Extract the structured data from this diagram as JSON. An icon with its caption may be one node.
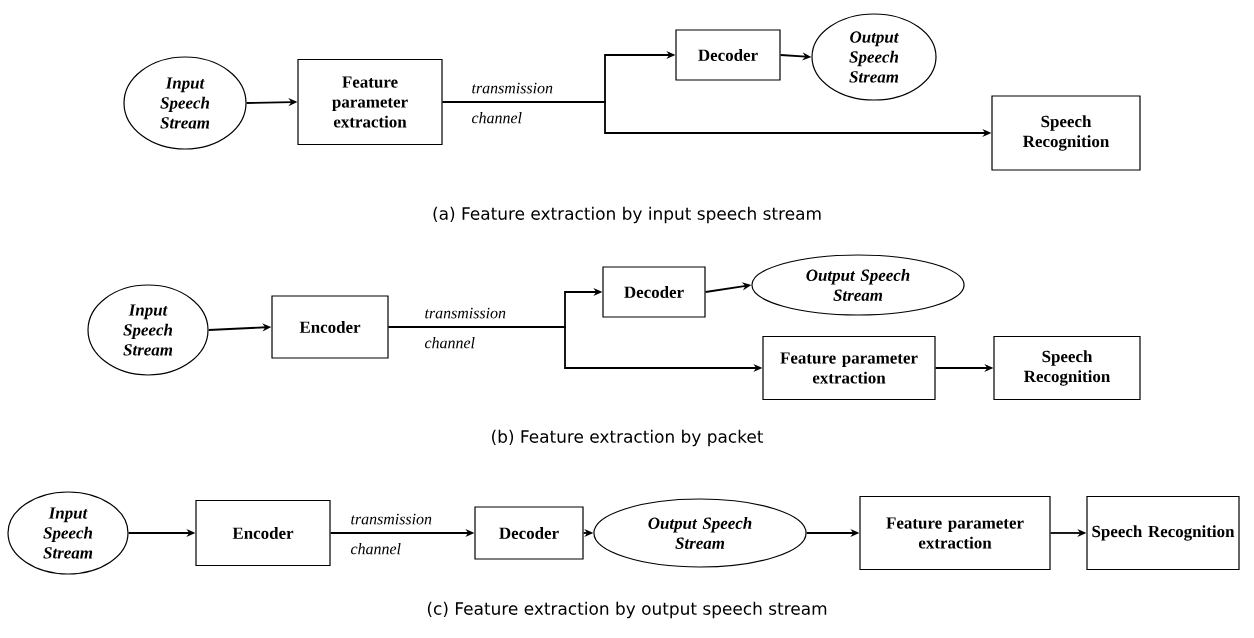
{
  "diagram": {
    "nodes": [
      {
        "text": [
          "Input Speech Stream"
        ]
      },
      {
        "text": [
          "Feature parameter extraction"
        ]
      },
      {
        "text": [
          "Decoder"
        ]
      },
      {
        "text": [
          "Output Speech Stream"
        ]
      },
      {
        "text": [
          "Speech Recognition"
        ]
      },
      {
        "text": [
          "Input Speech Stream"
        ]
      },
      {
        "text": [
          "Encoder"
        ]
      },
      {
        "text": [
          "Decoder"
        ]
      },
      {
        "text": [
          "Output Speech Stream"
        ]
      },
      {
        "text": [
          "Feature parameter extraction"
        ]
      },
      {
        "text": [
          "Speech Recognition"
        ]
      },
      {
        "text": [
          "Input Speech Stream"
        ]
      },
      {
        "text": [
          "Encoder"
        ]
      },
      {
        "text": [
          "Decoder"
        ]
      },
      {
        "text": [
          "Output Speech Stream"
        ]
      },
      {
        "text": [
          "Feature parameter extraction"
        ]
      },
      {
        "text": [
          "Speech Recognition"
        ]
      }
    ],
    "edges": [
      {
        "from": 0,
        "to": 1,
        "arrow": "to"
      },
      {
        "from": 1,
        "to": 2,
        "arrow": "to",
        "label": "transmission channel"
      },
      {
        "from": 1,
        "to": 4,
        "arrow": "to"
      },
      {
        "from": 2,
        "to": 3,
        "arrow": "to"
      },
      {
        "from": 5,
        "to": 6,
        "arrow": "to"
      },
      {
        "from": 6,
        "to": 7,
        "arrow": "to",
        "label": "transmission channel"
      },
      {
        "from": 6,
        "to": 9,
        "arrow": "to"
      },
      {
        "from": 7,
        "to": 8,
        "arrow": "to"
      },
      {
        "from": 9,
        "to": 10,
        "arrow": "to"
      },
      {
        "from": 11,
        "to": 12,
        "arrow": "to"
      },
      {
        "from": 12,
        "to": 13,
        "arrow": "to",
        "label": "transmission channel"
      },
      {
        "from": 13,
        "to": 14,
        "arrow": "to"
      },
      {
        "from": 14,
        "to": 15,
        "arrow": "to"
      },
      {
        "from": 15,
        "to": 16,
        "arrow": "to"
      }
    ],
    "labels": [
      "(a) Feature extraction by input speech stream",
      "(b) Feature extraction by packet",
      "(c) Feature extraction by output speech stream"
    ]
  }
}
